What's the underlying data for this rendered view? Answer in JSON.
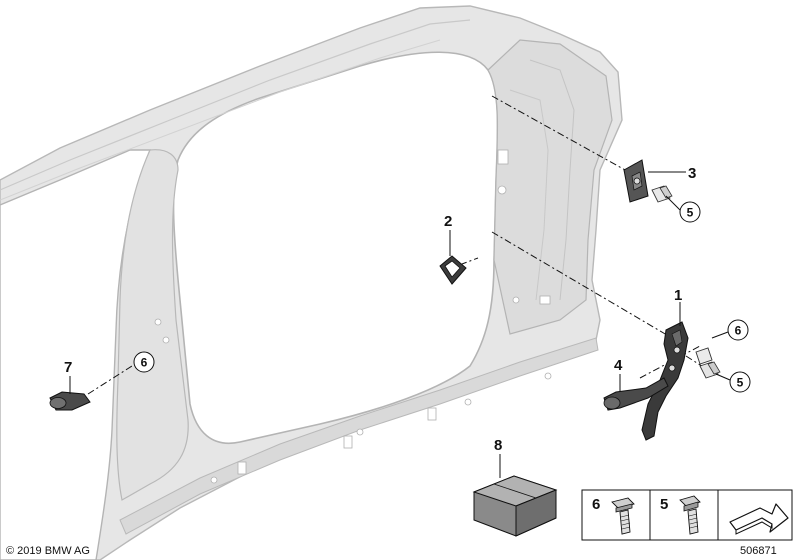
{
  "callouts": {
    "p1": "1",
    "p2": "2",
    "p3": "3",
    "p4": "4",
    "p7": "7",
    "p8": "8",
    "c5_top": "5",
    "c6_right": "6",
    "c5_right": "5",
    "c6_left": "6"
  },
  "legend": {
    "item6": "6",
    "item5": "5"
  },
  "footer": {
    "copyright": "© 2019 BMW AG",
    "diagram_number": "506871"
  }
}
